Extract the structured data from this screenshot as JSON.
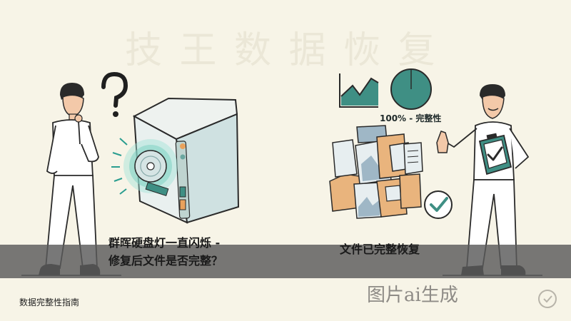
{
  "watermark_top": "技 王 数 据 恢 复",
  "left_caption_line1": "群晖硬盘灯一直闪烁 -",
  "left_caption_line2": "修复后文件是否完整？",
  "right_caption": "文件已完整恢复",
  "completion_label": "100% - 完整性",
  "footer_left": "数据完整性指南",
  "watermark_bottom": "图片ai生成",
  "colors": {
    "background": "#f7f4e7",
    "teal": "#3f8f84",
    "folder": "#e9b47d",
    "band": "#5a5a5a"
  },
  "icons": [
    "question-mark-icon",
    "nas-device-icon",
    "hard-disk-icon",
    "line-chart-icon",
    "pie-chart-icon",
    "checkmark-icon",
    "clipboard-check-icon"
  ]
}
